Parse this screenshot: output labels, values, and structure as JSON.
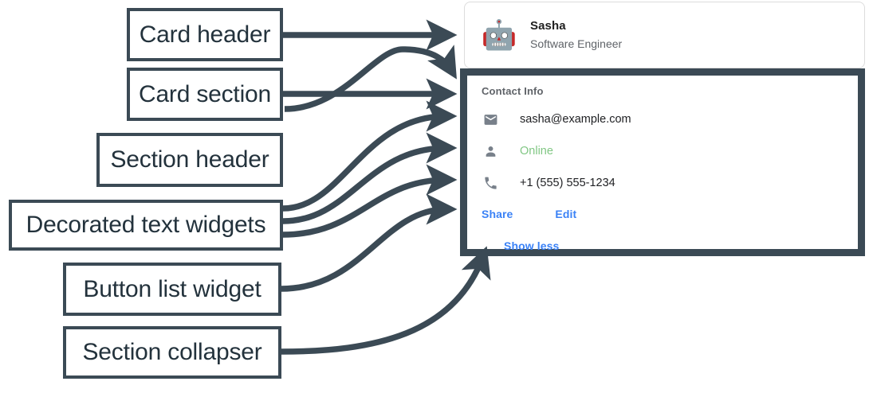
{
  "annotations": [
    {
      "id": "card-header",
      "label": "Card header"
    },
    {
      "id": "card-section",
      "label": "Card section"
    },
    {
      "id": "section-header",
      "label": "Section header"
    },
    {
      "id": "decorated-text",
      "label": "Decorated text widgets"
    },
    {
      "id": "button-list",
      "label": "Button list widget"
    },
    {
      "id": "section-collapser",
      "label": "Section collapser"
    }
  ],
  "card": {
    "header": {
      "avatar_icon": "robot-avatar-icon",
      "avatar_glyph": "🤖",
      "name": "Sasha",
      "subtitle": "Software Engineer"
    },
    "section": {
      "header": "Contact Info",
      "rows": [
        {
          "icon": "email-icon",
          "value": "sasha@example.com",
          "color": "#202124"
        },
        {
          "icon": "person-icon",
          "value": "Online",
          "color": "#81c784"
        },
        {
          "icon": "phone-icon",
          "value": "+1 (555) 555-1234",
          "color": "#202124"
        }
      ],
      "buttons": [
        {
          "label": "Share"
        },
        {
          "label": "Edit"
        }
      ],
      "collapser": {
        "label": "Show less"
      }
    }
  },
  "colors": {
    "annotation_stroke": "#3b4a55",
    "annotation_text": "#23323c",
    "link_blue": "#3b82f6",
    "status_green": "#81c784",
    "muted_gray": "#5f6368",
    "icon_gray": "#78808a",
    "card_border": "#dcdcdc",
    "background": "#ffffff"
  }
}
